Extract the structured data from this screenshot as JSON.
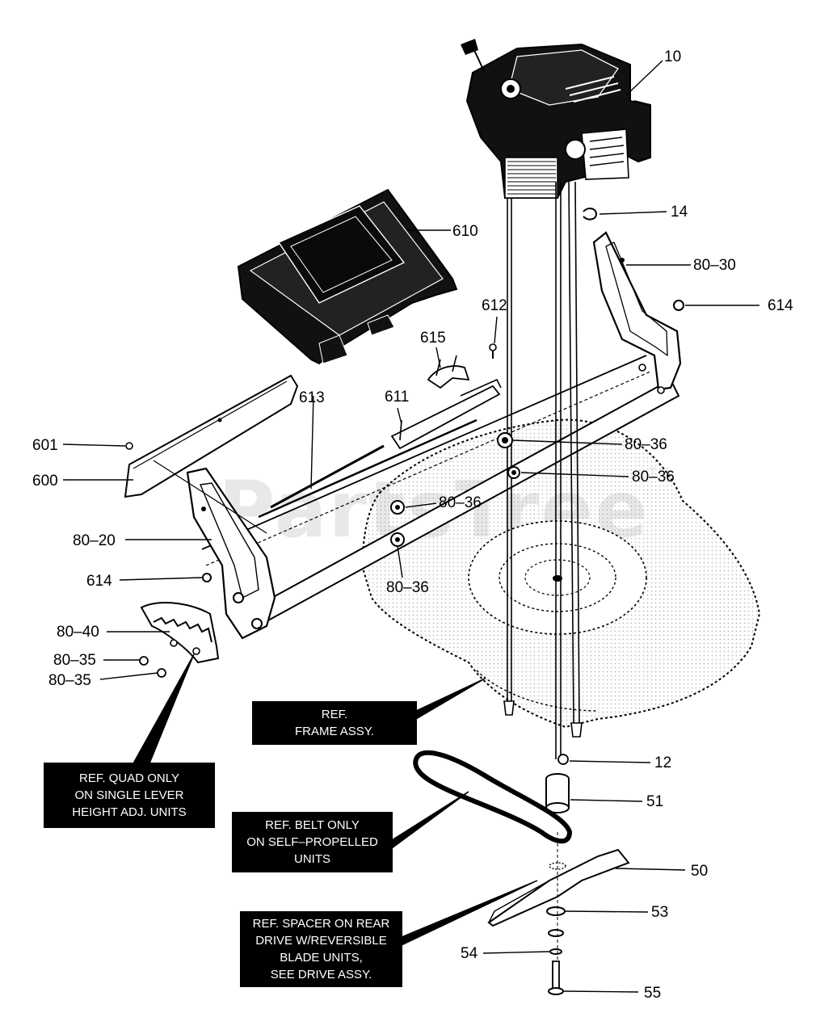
{
  "watermark": {
    "text": "PartsTree",
    "tm": "TM"
  },
  "parts": {
    "p10": "10",
    "p14": "14",
    "p610": "610",
    "p80_30": "80–30",
    "p614a": "614",
    "p612": "612",
    "p615": "615",
    "p611": "611",
    "p613": "613",
    "p601": "601",
    "p600": "600",
    "p80_36a": "80–36",
    "p80_36b": "80–36",
    "p80_36c": "80–36",
    "p80_36d": "80–36",
    "p80_20": "80–20",
    "p614b": "614",
    "p80_40": "80–40",
    "p80_35a": "80–35",
    "p80_35b": "80–35",
    "p12": "12",
    "p51": "51",
    "p50": "50",
    "p53": "53",
    "p54": "54",
    "p55": "55"
  },
  "refs": {
    "frame": [
      "REF.",
      "FRAME ASSY."
    ],
    "quad": [
      "REF. QUAD ONLY",
      "ON SINGLE LEVER",
      "HEIGHT ADJ. UNITS"
    ],
    "belt": [
      "REF. BELT ONLY",
      "ON SELF–PROPELLED",
      "UNITS"
    ],
    "spacer": [
      "REF. SPACER ON REAR",
      "DRIVE W/REVERSIBLE",
      "BLADE UNITS,",
      "SEE DRIVE ASSY."
    ]
  },
  "colors": {
    "ink": "#000000",
    "paper": "#ffffff",
    "stipple": "#9a9a9a"
  }
}
